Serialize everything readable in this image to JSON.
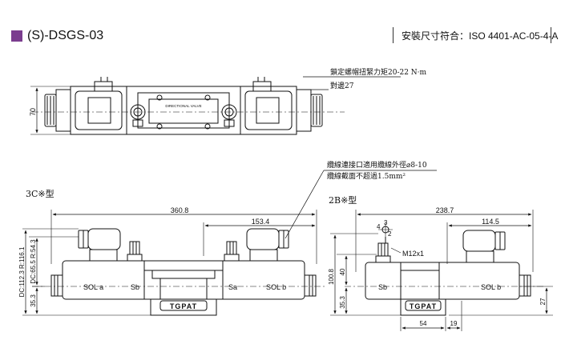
{
  "header": {
    "model": "(S)-DSGS-03",
    "mounting_spec": "安裝尺寸符合：ISO 4401-AC-05-4-A"
  },
  "notes": {
    "torque": "鎖定螺帽扭緊力矩20-22 N·m",
    "wrench": "對邊27",
    "cable_od": "纜線連接口適用纜線外徑⌀8-10",
    "cable_section": "纜線截面不超過1.5mm²"
  },
  "top_view": {
    "height_dim": "70",
    "nameplate": "DIRECTIONAL VALVE"
  },
  "view_3c": {
    "title": "3C※型",
    "overall_width": "360.8",
    "half_width": "153.4",
    "sol_a": "SOL a",
    "sb": "Sb",
    "sa": "Sa",
    "sol_b": "SOL b",
    "brand": "TGPAT",
    "dim_35_3": "35.3",
    "dim_dc": "DC:65.5 R:54.3",
    "dim_dc112": "DC:112.3 R:116.1"
  },
  "view_2b": {
    "title": "2B※型",
    "overall_width": "238.7",
    "half_width": "114.5",
    "port_4": "4",
    "port_3": "3",
    "port_2": "2",
    "thread": "M12x1",
    "sb": "Sb",
    "sol_b": "SOL b",
    "brand": "TGPAT",
    "dim_100_8": "100.8",
    "dim_40": "40",
    "dim_35_3": "35.3",
    "dim_54": "54",
    "dim_19": "19",
    "dim_27": "27"
  }
}
